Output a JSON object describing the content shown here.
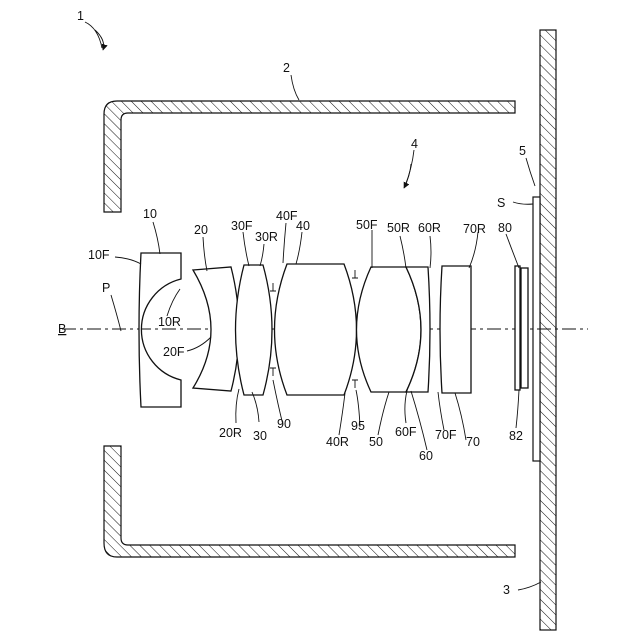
{
  "labels": {
    "ref_1": "1",
    "ref_2": "2",
    "ref_3": "3",
    "ref_4": "4",
    "ref_5": "5",
    "ref_S": "S",
    "ref_B": "B",
    "ref_P": "P",
    "ref_10": "10",
    "ref_10F": "10F",
    "ref_10R": "10R",
    "ref_20": "20",
    "ref_20F": "20F",
    "ref_20R": "20R",
    "ref_30": "30",
    "ref_30F": "30F",
    "ref_30R": "30R",
    "ref_40": "40",
    "ref_40F": "40F",
    "ref_40R": "40R",
    "ref_50": "50",
    "ref_50F": "50F",
    "ref_50R": "50R",
    "ref_60": "60",
    "ref_60F": "60F",
    "ref_60R": "60R",
    "ref_70": "70",
    "ref_70F": "70F",
    "ref_70R": "70R",
    "ref_80": "80",
    "ref_82": "82",
    "ref_90": "90",
    "ref_95": "95"
  }
}
